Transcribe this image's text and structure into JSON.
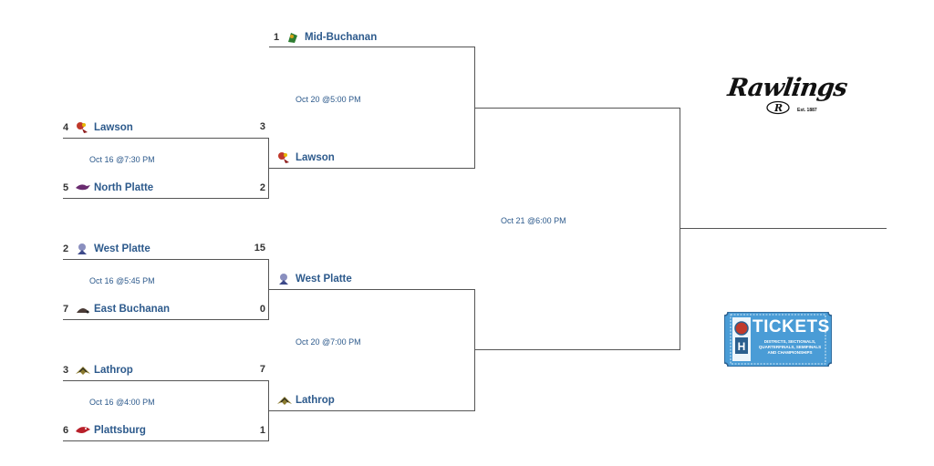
{
  "round1": [
    {
      "top": {
        "seed": "4",
        "name": "Lawson",
        "score": "3"
      },
      "bottom": {
        "seed": "5",
        "name": "North Platte",
        "score": "2"
      },
      "date": "Oct 16 @7:30 PM"
    },
    {
      "top": {
        "seed": "2",
        "name": "West Platte",
        "score": "15"
      },
      "bottom": {
        "seed": "7",
        "name": "East Buchanan",
        "score": "0"
      },
      "date": "Oct 16 @5:45 PM"
    },
    {
      "top": {
        "seed": "3",
        "name": "Lathrop",
        "score": "7"
      },
      "bottom": {
        "seed": "6",
        "name": "Plattsburg",
        "score": "1"
      },
      "date": "Oct 16 @4:00 PM"
    }
  ],
  "round2": [
    {
      "top": {
        "seed": "1",
        "name": "Mid-Buchanan"
      },
      "bottom": {
        "name": "Lawson"
      },
      "date": "Oct 20 @5:00 PM"
    },
    {
      "top": {
        "name": "West Platte"
      },
      "bottom": {
        "name": "Lathrop"
      },
      "date": "Oct 20 @7:00 PM"
    }
  ],
  "final": {
    "date": "Oct 21 @6:00 PM"
  },
  "sponsor": {
    "brand": "Rawlings",
    "est": "Est. 1887"
  },
  "tickets": {
    "title": "TICKETS",
    "line1": "DISTRICTS, SECTIONALS,",
    "line2": "QUARTERFINALS, SEMIFINALS",
    "line3": "AND CHAMPIONSHIPS"
  },
  "colors": {
    "link": "#2d5a8c",
    "line": "#555555",
    "tickets_blue": "#4a9cd6"
  }
}
